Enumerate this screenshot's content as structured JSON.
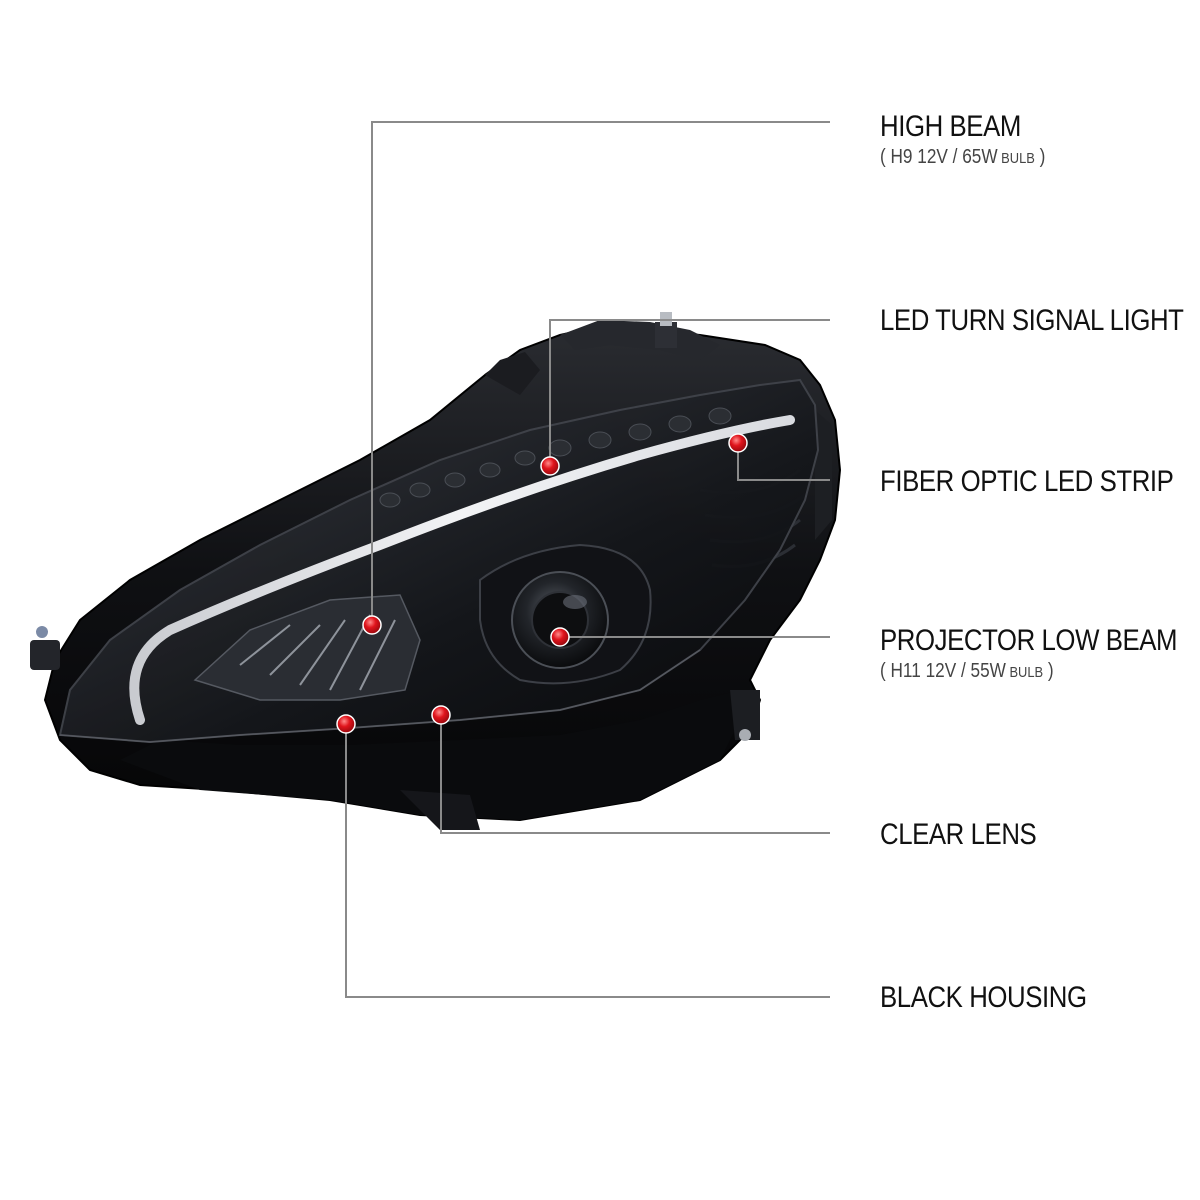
{
  "callouts": [
    {
      "id": "high-beam",
      "title": "HIGH BEAM",
      "detail_open": "( ",
      "detail_main": "H9  12V / 65W",
      "detail_small": " BULB",
      "detail_close": " )"
    },
    {
      "id": "led-turn-signal",
      "title": "LED TURN SIGNAL LIGHT"
    },
    {
      "id": "fiber-optic",
      "title": "FIBER OPTIC LED STRIP"
    },
    {
      "id": "projector-low-beam",
      "title": "PROJECTOR LOW BEAM",
      "detail_open": "( ",
      "detail_main": "H11  12V / 55W",
      "detail_small": " BULB",
      "detail_close": " )"
    },
    {
      "id": "clear-lens",
      "title": "CLEAR LENS"
    },
    {
      "id": "black-housing",
      "title": "BLACK HOUSING"
    }
  ],
  "colors": {
    "line_grey": "#8a8a8a",
    "line_red": "#c41a1f",
    "dot_red": "#e0141c",
    "housing_black": "#0c0d10",
    "lens_dark": "#1a1c20"
  },
  "product": "headlight-assembly"
}
